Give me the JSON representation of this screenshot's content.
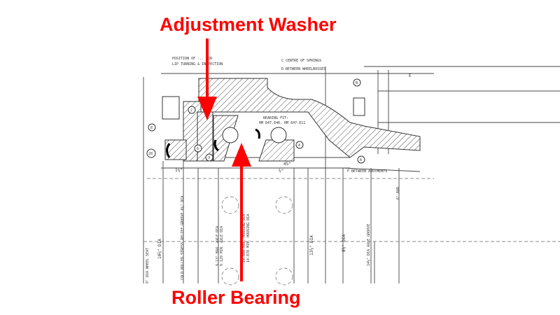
{
  "callouts": {
    "top_label": "Adjustment Washer",
    "bottom_label": "Roller Bearing",
    "color": "#ff0000"
  },
  "drawing": {
    "note_position_1": "POSITION OF ... FOR",
    "note_position_2": "LIP TURNING & INSPECTION",
    "note_c": "C  CENTRE OF SPRINGS",
    "note_d": "D  BETWEEN WHEELBOSSES",
    "note_e": "E",
    "note_f": "F BETWEEN ABUTMENTS",
    "bearing_fit_1": "BEARING FIT:",
    "bearing_fit_2": "HM 647.646, HM 647.611",
    "angle": "45°",
    "dim_1_3_8": "1⅜\"",
    "dim_half": "½\"",
    "dim_wheel_seat": "9\" DIA WHEEL SEAT",
    "dim_10": "10⅝\" DIA",
    "dim_relief": "COLD ROLLED STRESS RELIEF GROOVE 8½\" DIA",
    "dim_axle_max": "9.13\" MAX. AXLE DIA",
    "dim_axle_min": "9.129 MIN. AXLE DIA",
    "dim_housing_max": "14.880 MAX. HOUSING DIA",
    "dim_housing_min": "14.878 MIN. HOUSING DIA",
    "dim_13": "13⅝\" DIA",
    "dim_8": "8⅝\" DIA",
    "dim_14": "14½\" DIA AXLE GROOVE",
    "dim_rad": "6\" RAD",
    "circ_a": "A",
    "circ_b": "B",
    "circ_2": "2",
    "circ_3": "3",
    "circ_4": "4",
    "circ_6": "6",
    "circ_8": "8",
    "circ_20": "20"
  }
}
